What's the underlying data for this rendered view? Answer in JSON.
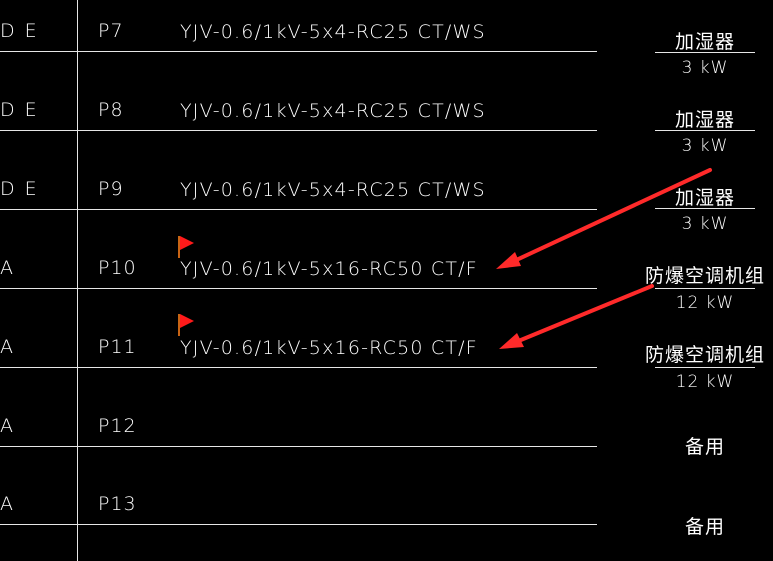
{
  "rows": [
    {
      "left": "D E",
      "circuit": "P7",
      "cable": "YJV-0.6/1kV-5x4-RC25  CT/WS"
    },
    {
      "left": "D E",
      "circuit": "P8",
      "cable": "YJV-0.6/1kV-5x4-RC25  CT/WS"
    },
    {
      "left": "D E",
      "circuit": "P9",
      "cable": "YJV-0.6/1kV-5x4-RC25  CT/WS"
    },
    {
      "left": "A",
      "circuit": "P10",
      "cable": "YJV-0.6/1kV-5x16-RC50  CT/F"
    },
    {
      "left": "A",
      "circuit": "P11",
      "cable": "YJV-0.6/1kV-5x16-RC50  CT/F"
    },
    {
      "left": "A",
      "circuit": "P12",
      "cable": ""
    },
    {
      "left": "A",
      "circuit": "P13",
      "cable": ""
    }
  ],
  "loads": [
    {
      "name": "加湿器",
      "power": "3 kW"
    },
    {
      "name": "加湿器",
      "power": "3 kW"
    },
    {
      "name": "加湿器",
      "power": "3 kW"
    },
    {
      "name": "防爆空调机组",
      "power": "12 kW"
    },
    {
      "name": "防爆空调机组",
      "power": "12 kW"
    },
    {
      "name": "备用",
      "power": ""
    },
    {
      "name": "备用",
      "power": ""
    }
  ],
  "colors": {
    "background": "#000000",
    "line": "#e6e6e6",
    "text": "#ffffff",
    "annotation": "#ff2a2a",
    "flag": "#ff1a1a"
  },
  "icons": [
    "flag-icon",
    "arrow-annotation"
  ]
}
